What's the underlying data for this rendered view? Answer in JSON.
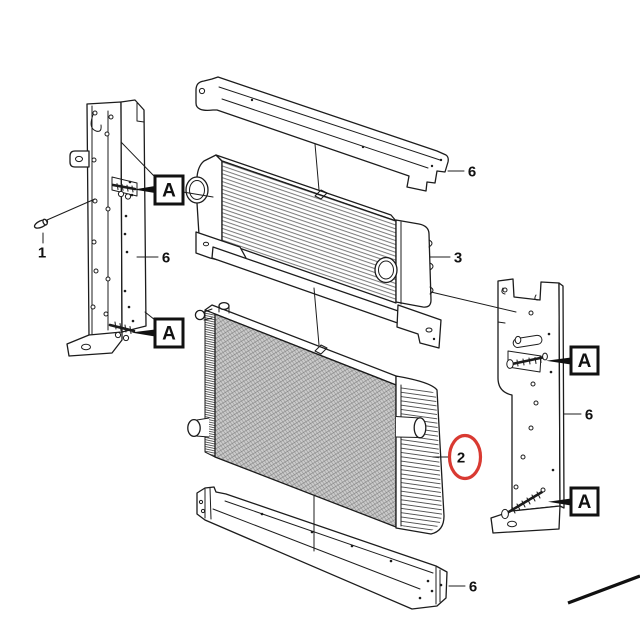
{
  "figure": {
    "description": "Exploded-view parts diagram: radiator and charge air cooler with mounting brackets",
    "background_color": "#ffffff",
    "line_color": "#1c1c1c",
    "highlight_color": "#d93a32",
    "parts": {
      "pin": {
        "label": "1"
      },
      "radiator": {
        "label": "2",
        "highlighted": true
      },
      "charge_air_cooler": {
        "label": "3"
      },
      "top_bracket": {
        "label": "6"
      },
      "left_bracket": {
        "label": "6"
      },
      "right_bracket": {
        "label": "6"
      },
      "bottom_bracket": {
        "label": "6"
      }
    },
    "detail_markers": {
      "left_upper": "A",
      "left_lower": "A",
      "right_upper": "A",
      "right_lower": "A"
    }
  }
}
